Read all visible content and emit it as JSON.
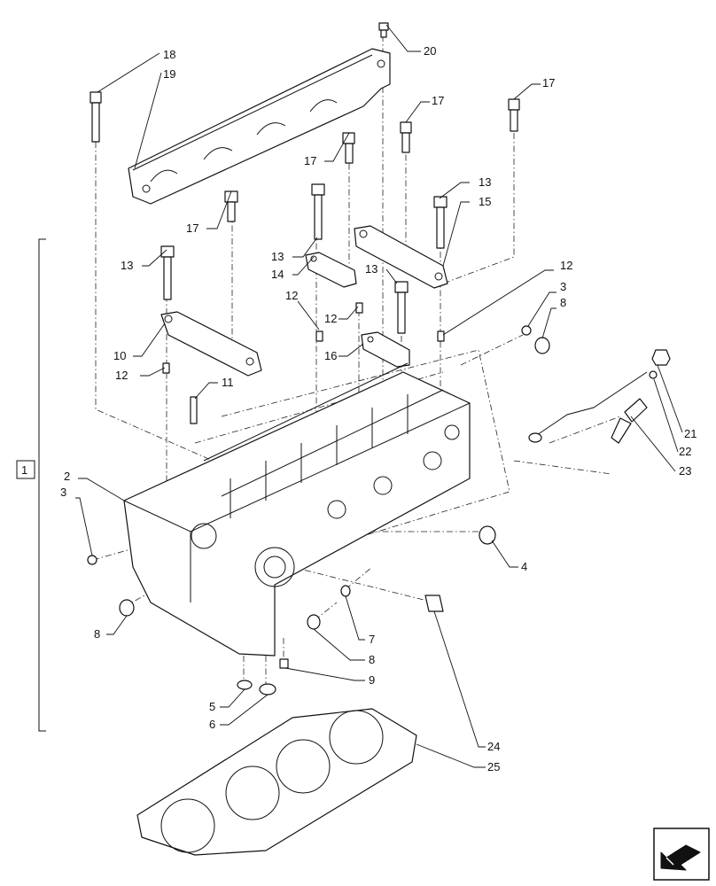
{
  "diagram": {
    "group_label": "1",
    "callouts": [
      {
        "id": "c18",
        "text": "18"
      },
      {
        "id": "c19",
        "text": "19"
      },
      {
        "id": "c20",
        "text": "20"
      },
      {
        "id": "c17a",
        "text": "17"
      },
      {
        "id": "c17b",
        "text": "17"
      },
      {
        "id": "c17c",
        "text": "17"
      },
      {
        "id": "c17d",
        "text": "17"
      },
      {
        "id": "c13a",
        "text": "13"
      },
      {
        "id": "c13b",
        "text": "13"
      },
      {
        "id": "c13c",
        "text": "13"
      },
      {
        "id": "c13d",
        "text": "13"
      },
      {
        "id": "c15",
        "text": "15"
      },
      {
        "id": "c14",
        "text": "14"
      },
      {
        "id": "c12a",
        "text": "12"
      },
      {
        "id": "c12b",
        "text": "12"
      },
      {
        "id": "c12c",
        "text": "12"
      },
      {
        "id": "c12d",
        "text": "12"
      },
      {
        "id": "c3a",
        "text": "3"
      },
      {
        "id": "c3b",
        "text": "3"
      },
      {
        "id": "c8a",
        "text": "8"
      },
      {
        "id": "c8b",
        "text": "8"
      },
      {
        "id": "c8c",
        "text": "8"
      },
      {
        "id": "c10",
        "text": "10"
      },
      {
        "id": "c11",
        "text": "11"
      },
      {
        "id": "c16",
        "text": "16"
      },
      {
        "id": "c21",
        "text": "21"
      },
      {
        "id": "c22",
        "text": "22"
      },
      {
        "id": "c23",
        "text": "23"
      },
      {
        "id": "c2",
        "text": "2"
      },
      {
        "id": "c4",
        "text": "4"
      },
      {
        "id": "c7",
        "text": "7"
      },
      {
        "id": "c9",
        "text": "9"
      },
      {
        "id": "c5",
        "text": "5"
      },
      {
        "id": "c6",
        "text": "6"
      },
      {
        "id": "c24",
        "text": "24"
      },
      {
        "id": "c25",
        "text": "25"
      }
    ]
  },
  "nav": {
    "icon": "arrow-box-icon"
  }
}
